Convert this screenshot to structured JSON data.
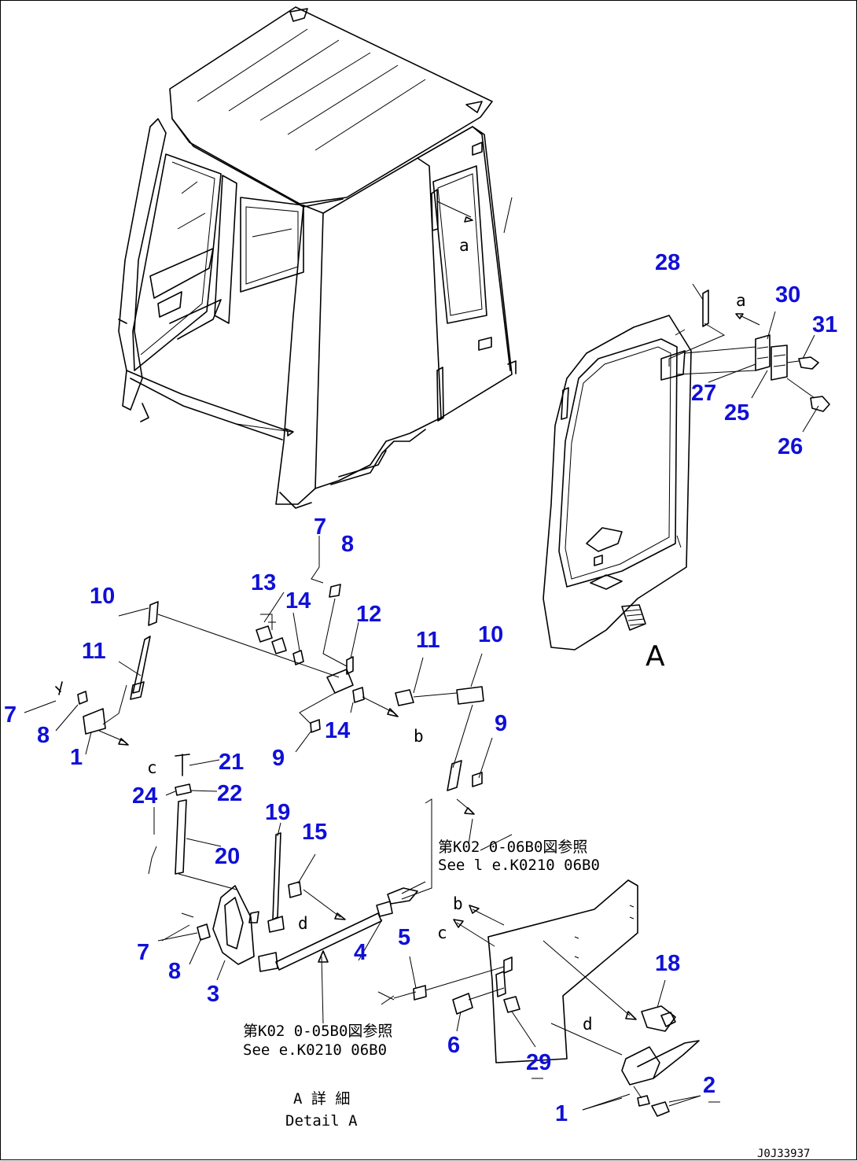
{
  "diagram": {
    "part_numbers": [
      {
        "id": "p28",
        "label": "28"
      },
      {
        "id": "p30",
        "label": "30"
      },
      {
        "id": "p31",
        "label": "31"
      },
      {
        "id": "p27",
        "label": "27"
      },
      {
        "id": "p25",
        "label": "25"
      },
      {
        "id": "p26",
        "label": "26"
      },
      {
        "id": "p7a",
        "label": "7"
      },
      {
        "id": "p8a",
        "label": "8"
      },
      {
        "id": "p13",
        "label": "13"
      },
      {
        "id": "p14a",
        "label": "14"
      },
      {
        "id": "p12",
        "label": "12"
      },
      {
        "id": "p10a",
        "label": "10"
      },
      {
        "id": "p11a",
        "label": "11"
      },
      {
        "id": "p11b",
        "label": "11"
      },
      {
        "id": "p10b",
        "label": "10"
      },
      {
        "id": "p7b",
        "label": "7"
      },
      {
        "id": "p8b",
        "label": "8"
      },
      {
        "id": "p1a",
        "label": "1"
      },
      {
        "id": "p9a",
        "label": "9"
      },
      {
        "id": "p14b",
        "label": "14"
      },
      {
        "id": "p9b",
        "label": "9"
      },
      {
        "id": "p21",
        "label": "21"
      },
      {
        "id": "p24",
        "label": "24"
      },
      {
        "id": "p22",
        "label": "22"
      },
      {
        "id": "p19",
        "label": "19"
      },
      {
        "id": "p15",
        "label": "15"
      },
      {
        "id": "p20",
        "label": "20"
      },
      {
        "id": "p7c",
        "label": "7"
      },
      {
        "id": "p8c",
        "label": "8"
      },
      {
        "id": "p3",
        "label": "3"
      },
      {
        "id": "p4",
        "label": "4"
      },
      {
        "id": "p5",
        "label": "5"
      },
      {
        "id": "p18",
        "label": "18"
      },
      {
        "id": "p6",
        "label": "6"
      },
      {
        "id": "p29",
        "label": "29"
      },
      {
        "id": "p2",
        "label": "2"
      },
      {
        "id": "p1b",
        "label": "1"
      }
    ],
    "view_markers": {
      "a_top": "a",
      "a_cab": "a",
      "b_link": "b",
      "b_plate": "b",
      "c_rod": "c",
      "c_plate": "c",
      "d_rod": "d",
      "d_plate": "d",
      "view_A": "A"
    },
    "references": {
      "ref1_jp": "第K02 0-06B0図参照",
      "ref1_en": "See l e.K0210 06B0",
      "ref2_jp": "第K02 0-05B0図参照",
      "ref2_en": "See  e.K0210 06B0"
    },
    "detail_label_jp": "A 詳 細",
    "detail_label_en": "Detail A",
    "drawing_code": "J0J33937"
  }
}
